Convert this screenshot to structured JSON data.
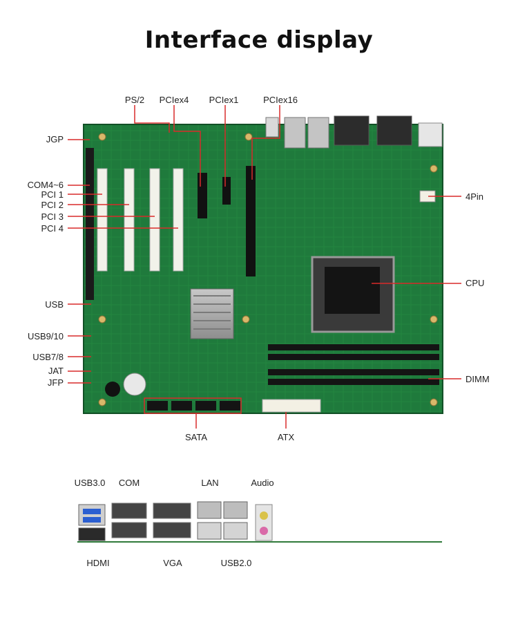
{
  "title": "Interface display",
  "board_labels": {
    "top": [
      "PS/2",
      "PCIex4",
      "PCIex1",
      "PCIex16"
    ],
    "left": [
      "JGP",
      "COM4~6",
      "PCI 1",
      "PCI 2",
      "PCI 3",
      "PCI 4",
      "USB",
      "USB9/10",
      "USB7/8",
      "JAT",
      "JFP"
    ],
    "right": [
      "4Pin",
      "CPU",
      "DIMM"
    ],
    "bottom": [
      "SATA",
      "ATX"
    ]
  },
  "io_labels": {
    "top": [
      "USB3.0",
      "COM",
      "LAN",
      "Audio"
    ],
    "bottom": [
      "HDMI",
      "VGA",
      "USB2.0"
    ]
  },
  "colors": {
    "pcb": "#1f7a3c",
    "pcb_dark": "#155a2b",
    "callout": "#d92a2a",
    "slot_white": "#f2f2ea",
    "dimm": "#141414"
  }
}
